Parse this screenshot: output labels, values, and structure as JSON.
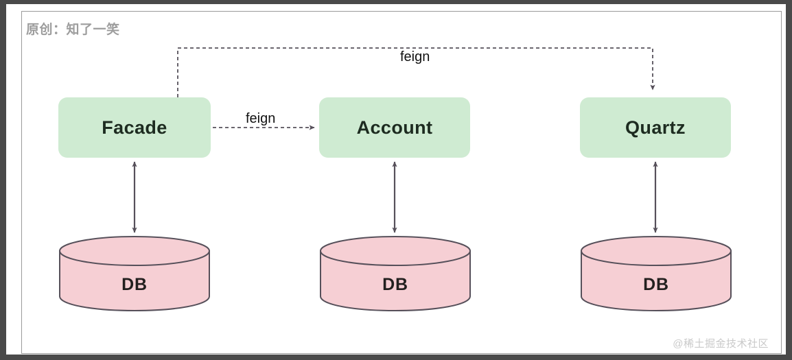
{
  "diagram": {
    "credit": "原创：知了一笑",
    "watermark": "@稀土掘金技术社区",
    "colors": {
      "service_fill": "#cfebd2",
      "db_fill": "#f6cfd4",
      "db_stroke": "#56505a",
      "arrow": "#56505a",
      "frame_border": "#9a9a9a",
      "outer_band": "#4a4a4a",
      "credit_text": "#9d9d9d",
      "watermark_text": "#c9c9c9"
    },
    "services": [
      {
        "id": "facade",
        "label": "Facade"
      },
      {
        "id": "account",
        "label": "Account"
      },
      {
        "id": "quartz",
        "label": "Quartz"
      }
    ],
    "databases": [
      {
        "id": "db-facade",
        "label": "DB"
      },
      {
        "id": "db-account",
        "label": "DB"
      },
      {
        "id": "db-quartz",
        "label": "DB"
      }
    ],
    "connections": [
      {
        "id": "feign-facade-quartz",
        "label": "feign",
        "from": "facade",
        "to": "quartz",
        "style": "dashed",
        "direction": "one-way",
        "routing": "orthogonal-top"
      },
      {
        "id": "feign-facade-account",
        "label": "feign",
        "from": "facade",
        "to": "account",
        "style": "dashed",
        "direction": "one-way",
        "routing": "straight-horizontal"
      },
      {
        "id": "facade-db",
        "label": "",
        "from": "facade",
        "to": "db-facade",
        "style": "solid",
        "direction": "bidirectional",
        "routing": "straight-vertical"
      },
      {
        "id": "account-db",
        "label": "",
        "from": "account",
        "to": "db-account",
        "style": "solid",
        "direction": "bidirectional",
        "routing": "straight-vertical"
      },
      {
        "id": "quartz-db",
        "label": "",
        "from": "quartz",
        "to": "db-quartz",
        "style": "solid",
        "direction": "bidirectional",
        "routing": "straight-vertical"
      }
    ]
  }
}
